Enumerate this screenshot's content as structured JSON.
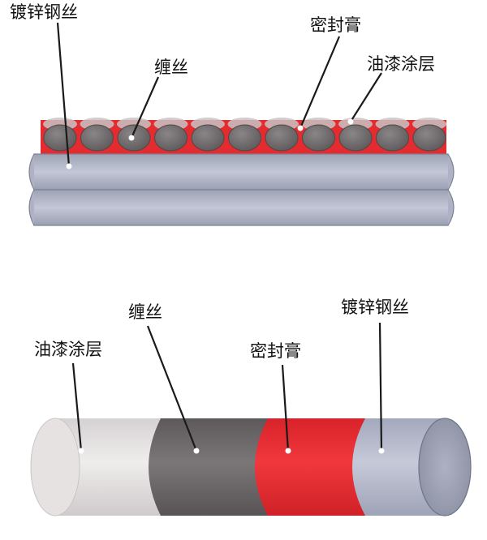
{
  "top_diagram": {
    "labels": {
      "galvanized_wire": "镀锌钢丝",
      "wrapping_wire": "缠丝",
      "sealant": "密封膏",
      "paint_coating": "油漆涂层"
    }
  },
  "bottom_diagram": {
    "labels": {
      "paint_coating": "油漆涂层",
      "wrapping_wire": "缠丝",
      "sealant": "密封膏",
      "galvanized_wire": "镀锌钢丝"
    }
  },
  "colors": {
    "sealant_red": "#e32b30",
    "wrap_gray": "#6f6a6b",
    "steel_blue": "#b4b8cc",
    "coating_light": "#e4e0e0"
  }
}
